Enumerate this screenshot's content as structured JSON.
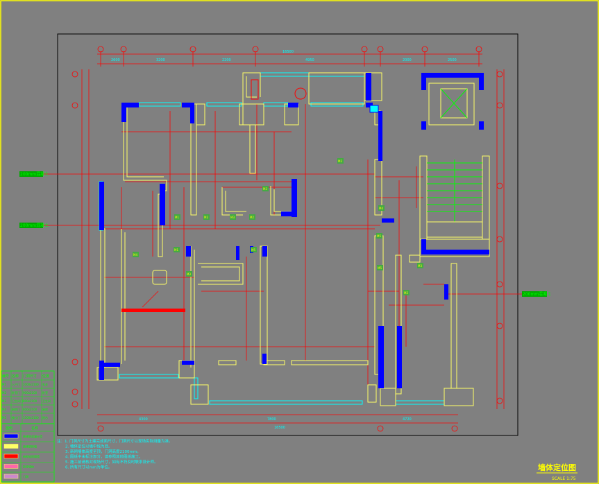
{
  "drawing": {
    "title": "墙体定位图",
    "scale": "SCALE 1:75"
  },
  "overall_dims": {
    "top_total": "16500",
    "bottom_total": "16500"
  },
  "callouts": [
    "200mm混凝土",
    "200mm混凝土",
    "200mm混凝土"
  ],
  "room_tags": [
    "M1",
    "M2",
    "M3",
    "M2",
    "M3",
    "M1",
    "M4",
    "M3",
    "M5",
    "M2",
    "M5",
    "M5",
    "M4",
    "M3",
    "M2"
  ],
  "door_schedule": {
    "headers": [
      "编号",
      "名称",
      "门洞尺寸",
      "位置"
    ],
    "rows": [
      [
        "M1",
        "入户门",
        "1000x2100",
        "玄关"
      ],
      [
        "M2",
        "卧室门",
        "900x2100",
        "卧室"
      ],
      [
        "M3",
        "卫生间门",
        "800x2100",
        "卫生间"
      ],
      [
        "M4",
        "厨房门",
        "800x2100",
        "厨房"
      ],
      [
        "M5",
        "推拉门",
        "1500x2100",
        "阳台"
      ]
    ]
  },
  "legend": {
    "headers": [
      "图例",
      "名称"
    ],
    "items": [
      {
        "color": "#0000ff",
        "label": "原建筑混凝土墙"
      },
      {
        "color": "#ffff66",
        "label": "原建筑砖墙"
      },
      {
        "color": "#ff0000",
        "label": "新砌轻质隔墙"
      },
      {
        "color": "#ff66aa",
        "label": "拆除墙体"
      },
      {
        "color": "#cc88cc",
        "label": "门洞"
      }
    ]
  },
  "notes": [
    "注：1. 门洞尺寸为土建完成面尺寸，门洞尺寸以现场实际测量为准。",
    "2. 墙体定位以墙中线为准。",
    "3. 新砌墙体高度至顶，门洞高度2100mm。",
    "4. 图纸中未标注部分，请参照其他图纸施工。",
    "5. 施工前请核对现场尺寸，如有不符及时联系设计师。",
    "6. 所有尺寸以mm为单位。"
  ],
  "colors": {
    "background": "#808080",
    "concrete_wall": "#0000ff",
    "brick_wall": "#ffff66",
    "dimension": "#ff0000",
    "window": "#00ffff",
    "text_green": "#00ff00",
    "frame": "#000000",
    "yellow_border": "#ffff00"
  }
}
